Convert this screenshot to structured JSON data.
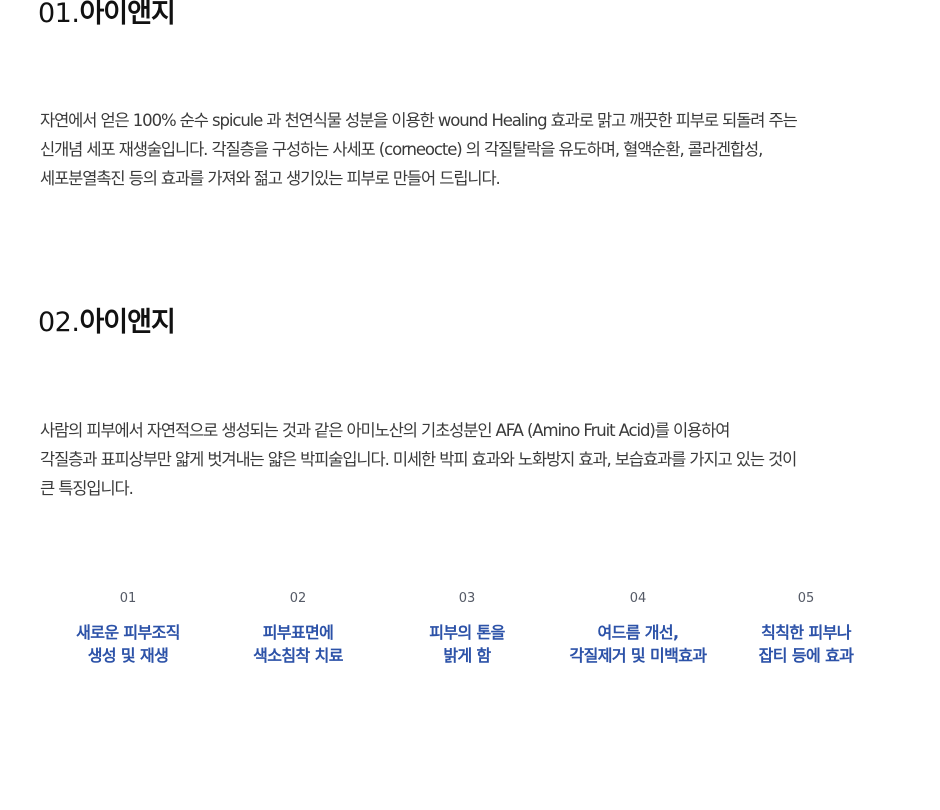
{
  "sections": [
    {
      "number": "01.",
      "name": "아이앤지",
      "lines": [
        "자연에서 얻은 100% 순수 spicule 과 천연식물 성분을 이용한 wound Healing 효과로 맑고 깨끗한 피부로 되돌려 주는",
        "신개념 세포 재생술입니다. 각질층을 구성하는 사세포 (corneocte) 의 각질탈락을 유도하며, 혈액순환, 콜라겐합성,",
        "세포분열촉진 등의 효과를 가져와 젊고 생기있는 피부로 만들어 드립니다."
      ]
    },
    {
      "number": "02.",
      "name": "아이앤지",
      "lines": [
        "사람의 피부에서 자연적으로 생성되는 것과 같은 아미노산의 기초성분인 AFA (Amino Fruit Acid)를 이용하여",
        "각질층과 표피상부만 얇게 벗겨내는 얇은 박피술입니다. 미세한 박피 효과와 노화방지 효과, 보습효과를 가지고 있는 것이",
        "큰 특징입니다."
      ]
    }
  ],
  "features": [
    {
      "number": "01",
      "lines": [
        "새로운 피부조직",
        "생성 및 재생"
      ]
    },
    {
      "number": "02",
      "lines": [
        "피부표면에",
        "색소침착 치료"
      ]
    },
    {
      "number": "03",
      "lines": [
        "피부의 톤을",
        "밝게 함"
      ]
    },
    {
      "number": "04",
      "lines": [
        "여드름 개선,",
        "각질제거 및 미백효과"
      ]
    },
    {
      "number": "05",
      "lines": [
        "칙칙한 피부나",
        "잡티 등에 효과"
      ]
    }
  ],
  "colors": {
    "title": "#111111",
    "body_text": "#3a3a3a",
    "feature_number": "#555a66",
    "feature_text": "#2c52a8",
    "background": "#ffffff"
  }
}
